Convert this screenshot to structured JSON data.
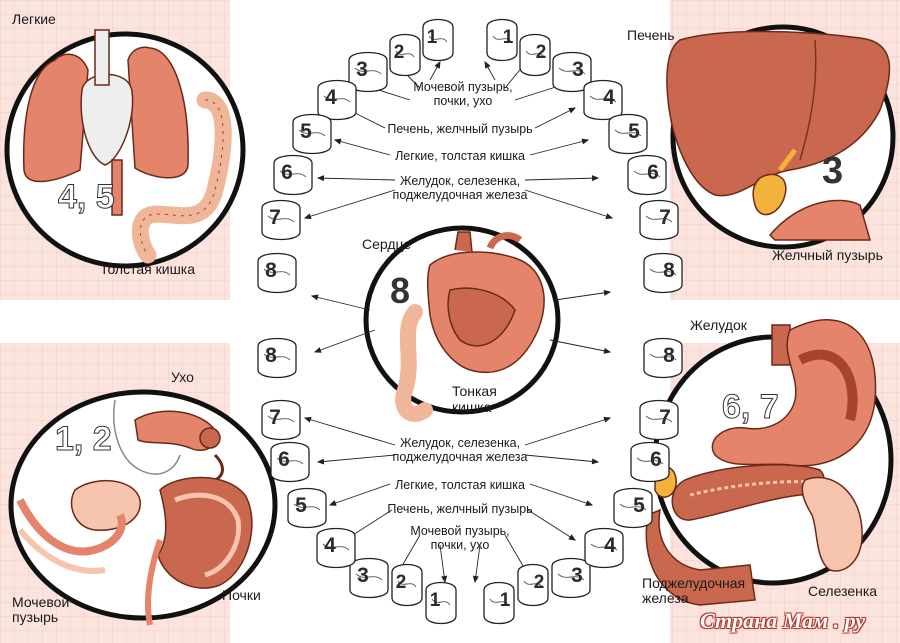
{
  "colors": {
    "organ": "#e4846a",
    "organ_dark": "#a8442c",
    "organ_light": "#f7c4ad",
    "bg_pink": "#fbe3de",
    "gall": "#f2b23c",
    "outline": "#222222"
  },
  "panels": {
    "lungs": {
      "title": "Легкие",
      "numbers": "4, 5",
      "colon_label": "Толстая кишка"
    },
    "liver": {
      "title": "Печень",
      "number": "3",
      "gall_label": "Желчный пузырь"
    },
    "kidney": {
      "ear_label": "Ухо",
      "numbers": "1, 2",
      "bladder_label": "Мочевой\nпузырь",
      "kidney_label": "Почки"
    },
    "stomach": {
      "title": "Желудок",
      "numbers": "6, 7",
      "pancreas_label": "Поджелудочная\nжелеза",
      "spleen_label": "Селезенка"
    },
    "heart": {
      "title": "Сердце",
      "number": "8",
      "intestine_label": "Тонкая\nкишка"
    }
  },
  "center_labels": {
    "top": [
      "Мочевой пузырь,\nпочки, ухо",
      "Печень, желчный пузырь",
      "Легкие, толстая кишка",
      "Желудок, селезенка,\nподжелудочная железа"
    ],
    "bottom": [
      "Желудок, селезенка,\nподжелудочная железа",
      "Легкие, толстая кишка",
      "Печень, желчный пузырь",
      "Мочевой пузырь,\nпочки, ухо"
    ]
  },
  "teeth_numbers": [
    "1",
    "2",
    "3",
    "4",
    "5",
    "6",
    "7",
    "8"
  ],
  "watermark": "Страна Мам . ру"
}
